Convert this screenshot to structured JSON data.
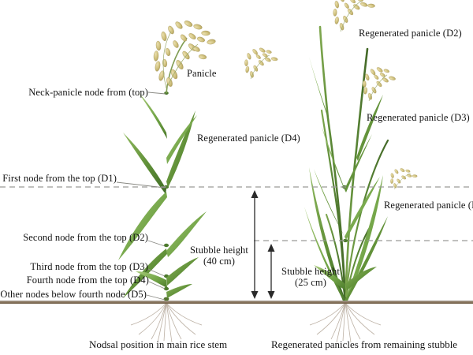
{
  "figure": {
    "background_color": "#ffffff",
    "ground_line_color": "#7a6750",
    "dashed_line_color": "#9a9a96",
    "leader_line_color": "#8a8a84",
    "panicle_color": "#c9bc79",
    "leaf_color": "#6f9a45",
    "stem_color": "#5d8a3c"
  },
  "left_panel": {
    "caption": "Nodsal position in main rice stem",
    "labels": [
      {
        "id": "panicle",
        "text": "Panicle"
      },
      {
        "id": "neck-panicle-node",
        "text": "Neck-panicle node from (top)"
      },
      {
        "id": "first-node",
        "text": "First node from the top (D1)"
      },
      {
        "id": "second-node",
        "text": "Second node from the top (D2)"
      },
      {
        "id": "third-node",
        "text": "Third node from the top (D3)"
      },
      {
        "id": "fourth-node",
        "text": "Fourth node from the top (D4)"
      },
      {
        "id": "other-nodes",
        "text": "Other nodes below fourth node (D5)"
      }
    ]
  },
  "right_panel": {
    "caption": "Regenerated panicles from remaining stubble",
    "labels": [
      {
        "id": "regen-d2",
        "text": "Regenerated panicle (D2)"
      },
      {
        "id": "regen-d3",
        "text": "Regenerated panicle (D3)"
      },
      {
        "id": "regen-d4",
        "text": "Regenerated panicle (D4)"
      },
      {
        "id": "regen-d5",
        "text": "Regenerated panicle (D"
      }
    ]
  },
  "measurements": [
    {
      "id": "stubble-40",
      "line1": "Stubble height",
      "line2": "(40 cm)",
      "value": 40,
      "unit": "cm"
    },
    {
      "id": "stubble-25",
      "line1": "Stubble height",
      "line2": "(25 cm)",
      "value": 25,
      "unit": "cm"
    }
  ]
}
